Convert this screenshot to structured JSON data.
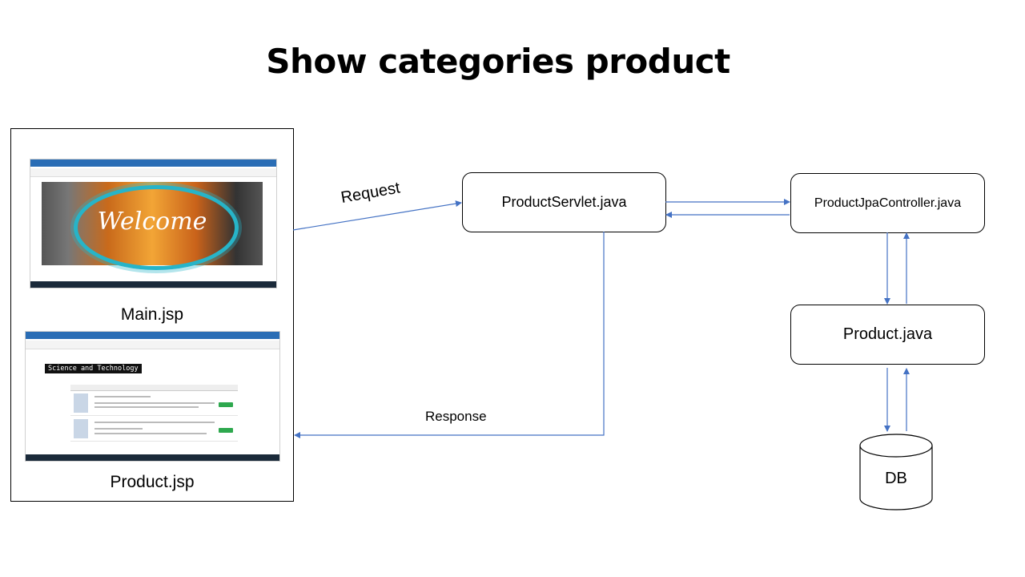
{
  "title": "Show categories product",
  "screens": {
    "main": {
      "caption": "Main.jsp",
      "banner_text": "Welcome"
    },
    "product": {
      "caption": "Product.jsp",
      "category_banner": "Science and Technology"
    }
  },
  "nodes": {
    "servlet": "ProductServlet.java",
    "controller": "ProductJpaController.java",
    "entity": "Product.java",
    "db": "DB"
  },
  "edges": {
    "request": "Request",
    "response": "Response"
  },
  "colors": {
    "arrow": "#4472c4"
  }
}
